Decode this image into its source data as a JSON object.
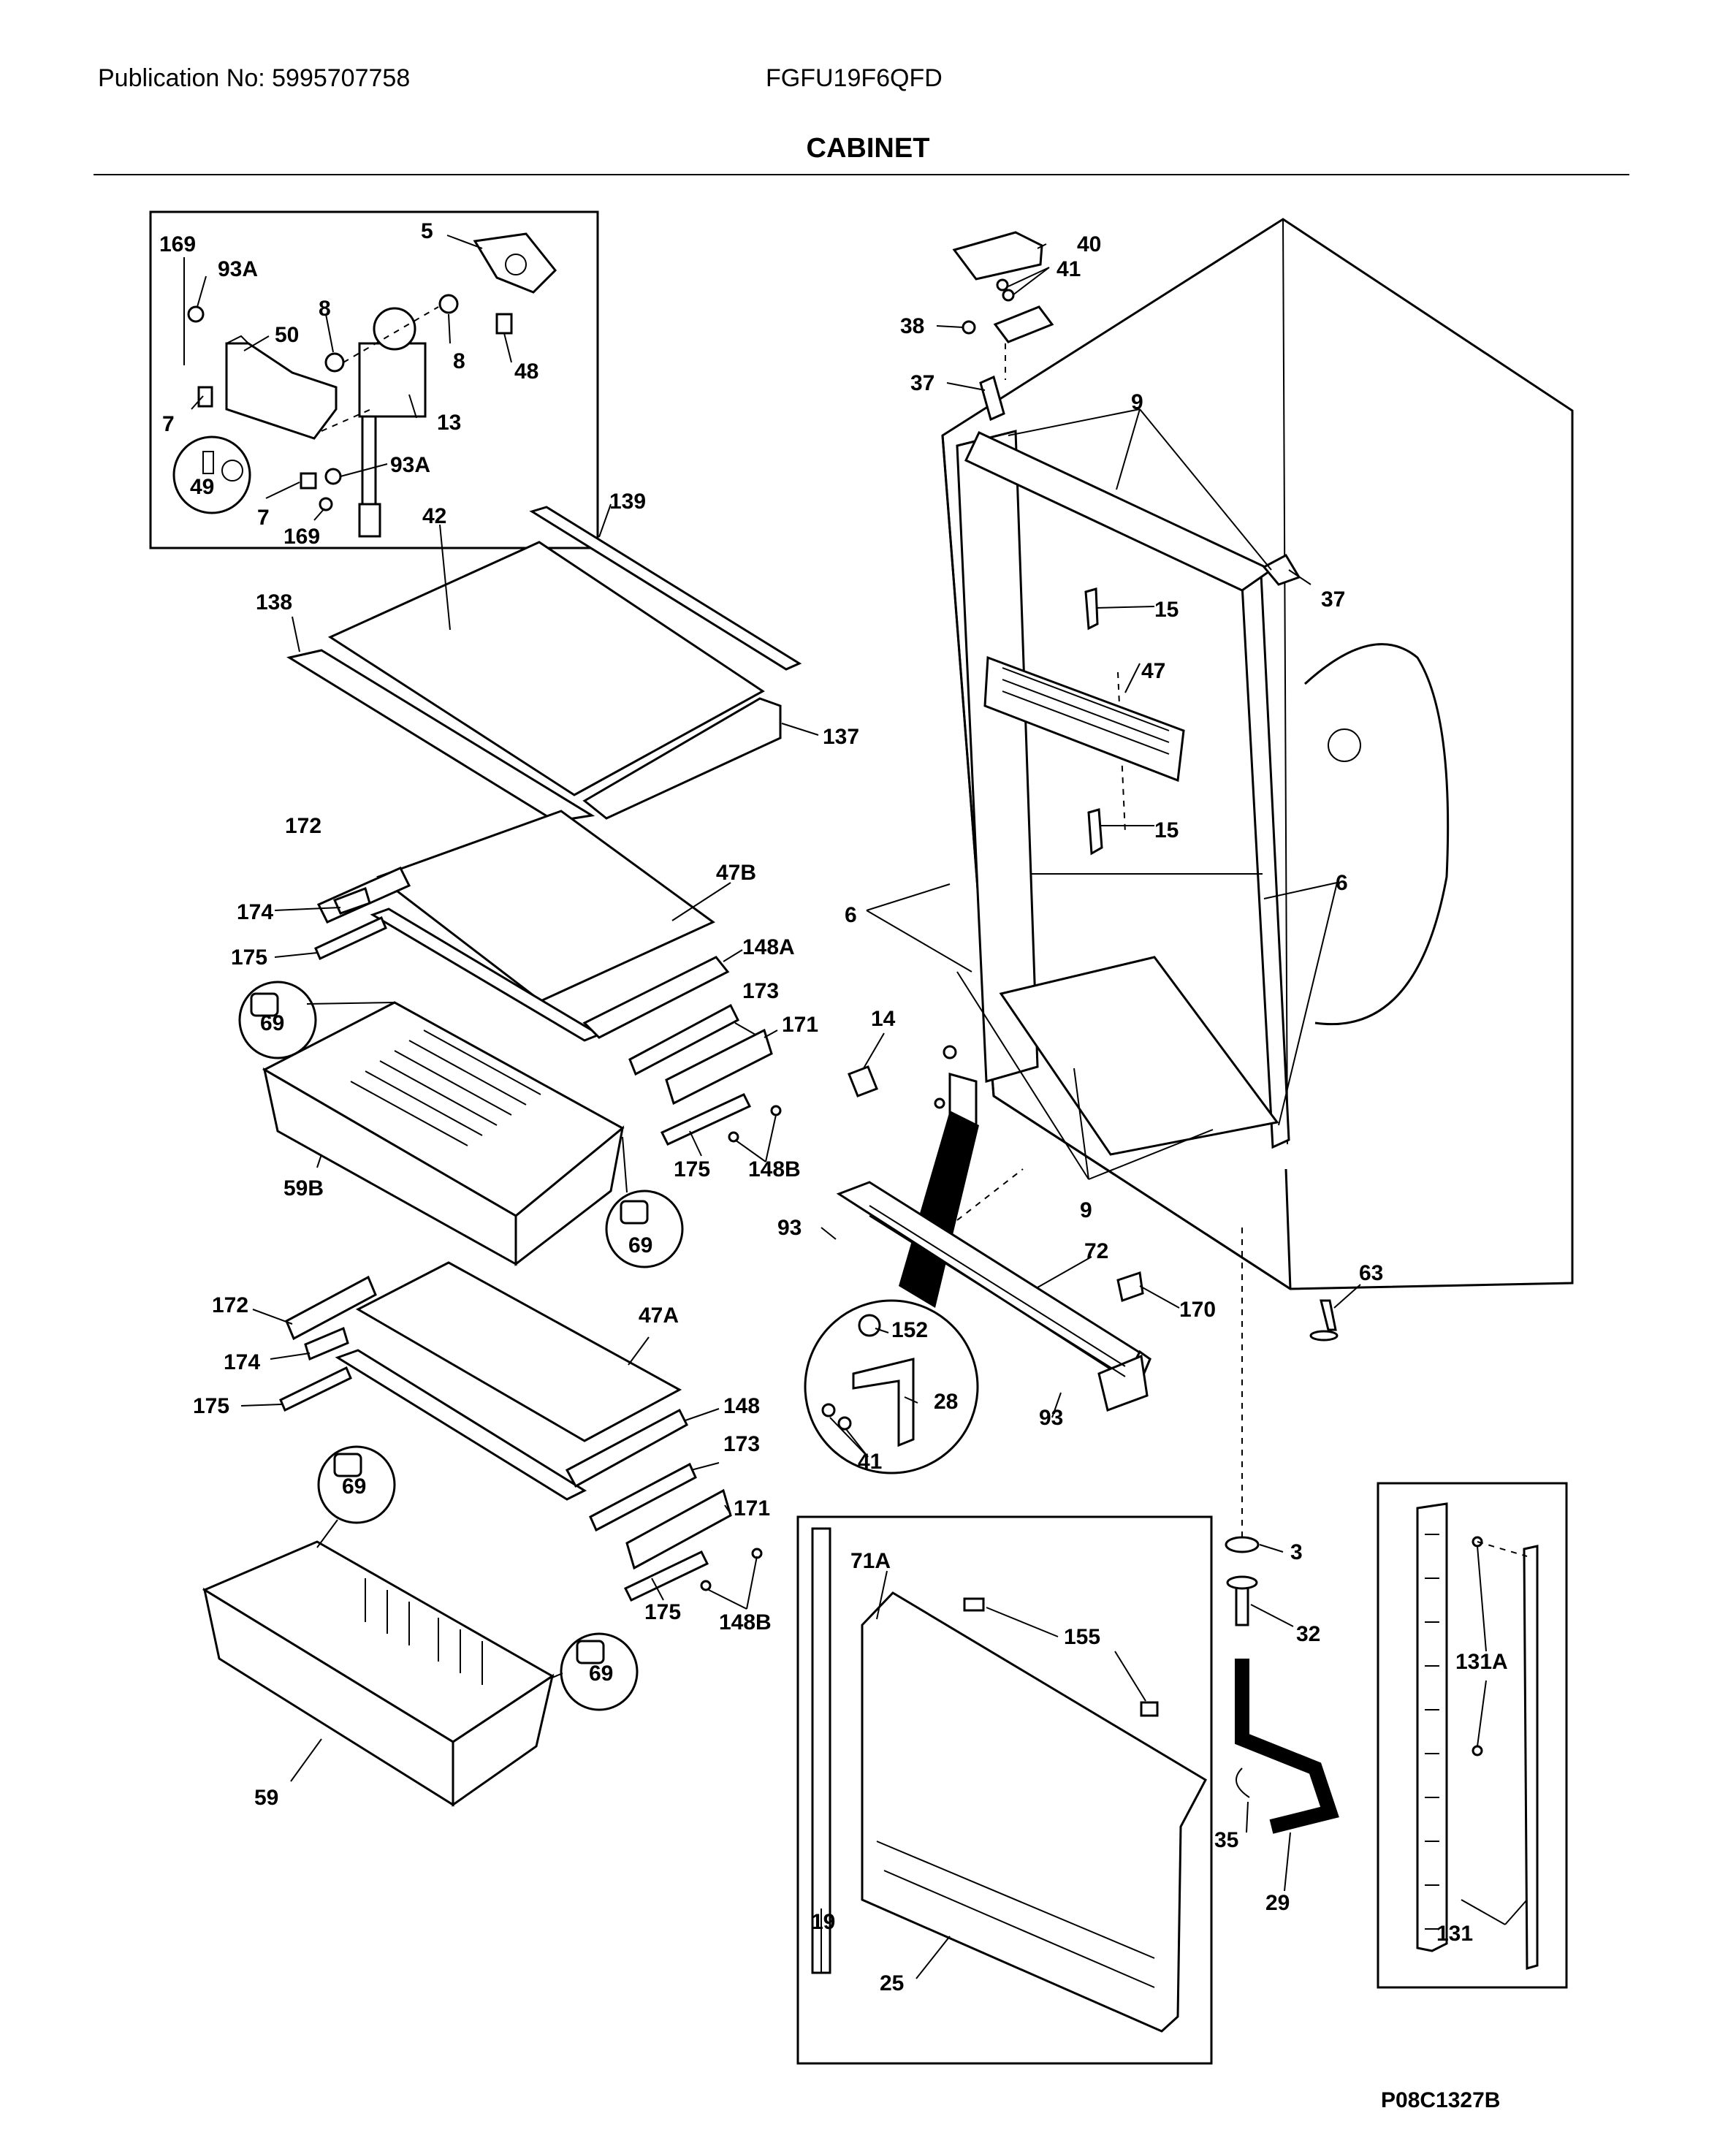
{
  "header": {
    "publication": "Publication No: 5995707758",
    "model": "FGFU19F6QFD",
    "title": "CABINET"
  },
  "diagram_code": "P08C1327B",
  "callouts": [
    {
      "id": "169a",
      "text": "169"
    },
    {
      "id": "93Aa",
      "text": "93A"
    },
    {
      "id": "5",
      "text": "5"
    },
    {
      "id": "8a",
      "text": "8"
    },
    {
      "id": "50",
      "text": "50"
    },
    {
      "id": "8b",
      "text": "8"
    },
    {
      "id": "48",
      "text": "48"
    },
    {
      "id": "7a",
      "text": "7"
    },
    {
      "id": "13",
      "text": "13"
    },
    {
      "id": "49",
      "text": "49"
    },
    {
      "id": "93Ab",
      "text": "93A"
    },
    {
      "id": "7b",
      "text": "7"
    },
    {
      "id": "169b",
      "text": "169"
    },
    {
      "id": "42",
      "text": "42"
    },
    {
      "id": "139",
      "text": "139"
    },
    {
      "id": "138",
      "text": "138"
    },
    {
      "id": "137",
      "text": "137"
    },
    {
      "id": "172a",
      "text": "172"
    },
    {
      "id": "47B",
      "text": "47B"
    },
    {
      "id": "174a",
      "text": "174"
    },
    {
      "id": "175a",
      "text": "175"
    },
    {
      "id": "148A",
      "text": "148A"
    },
    {
      "id": "69a",
      "text": "69"
    },
    {
      "id": "173a",
      "text": "173"
    },
    {
      "id": "171a",
      "text": "171"
    },
    {
      "id": "59B",
      "text": "59B"
    },
    {
      "id": "175b",
      "text": "175"
    },
    {
      "id": "148Ba",
      "text": "148B"
    },
    {
      "id": "69b",
      "text": "69"
    },
    {
      "id": "172b",
      "text": "172"
    },
    {
      "id": "47A",
      "text": "47A"
    },
    {
      "id": "174b",
      "text": "174"
    },
    {
      "id": "175c",
      "text": "175"
    },
    {
      "id": "148",
      "text": "148"
    },
    {
      "id": "173b",
      "text": "173"
    },
    {
      "id": "69c",
      "text": "69"
    },
    {
      "id": "171b",
      "text": "171"
    },
    {
      "id": "175d",
      "text": "175"
    },
    {
      "id": "148Bb",
      "text": "148B"
    },
    {
      "id": "69d",
      "text": "69"
    },
    {
      "id": "59",
      "text": "59"
    },
    {
      "id": "40",
      "text": "40"
    },
    {
      "id": "41a",
      "text": "41"
    },
    {
      "id": "38",
      "text": "38"
    },
    {
      "id": "37a",
      "text": "37"
    },
    {
      "id": "9a",
      "text": "9"
    },
    {
      "id": "37b",
      "text": "37"
    },
    {
      "id": "15a",
      "text": "15"
    },
    {
      "id": "47",
      "text": "47"
    },
    {
      "id": "15b",
      "text": "15"
    },
    {
      "id": "6a",
      "text": "6"
    },
    {
      "id": "6b",
      "text": "6"
    },
    {
      "id": "14",
      "text": "14"
    },
    {
      "id": "9b",
      "text": "9"
    },
    {
      "id": "93a",
      "text": "93"
    },
    {
      "id": "72",
      "text": "72"
    },
    {
      "id": "63",
      "text": "63"
    },
    {
      "id": "170",
      "text": "170"
    },
    {
      "id": "152",
      "text": "152"
    },
    {
      "id": "28",
      "text": "28"
    },
    {
      "id": "41b",
      "text": "41"
    },
    {
      "id": "93b",
      "text": "93"
    },
    {
      "id": "71A",
      "text": "71A"
    },
    {
      "id": "155",
      "text": "155"
    },
    {
      "id": "3",
      "text": "3"
    },
    {
      "id": "32",
      "text": "32"
    },
    {
      "id": "131A",
      "text": "131A"
    },
    {
      "id": "35",
      "text": "35"
    },
    {
      "id": "29",
      "text": "29"
    },
    {
      "id": "19",
      "text": "19"
    },
    {
      "id": "25",
      "text": "25"
    },
    {
      "id": "131",
      "text": "131"
    }
  ]
}
